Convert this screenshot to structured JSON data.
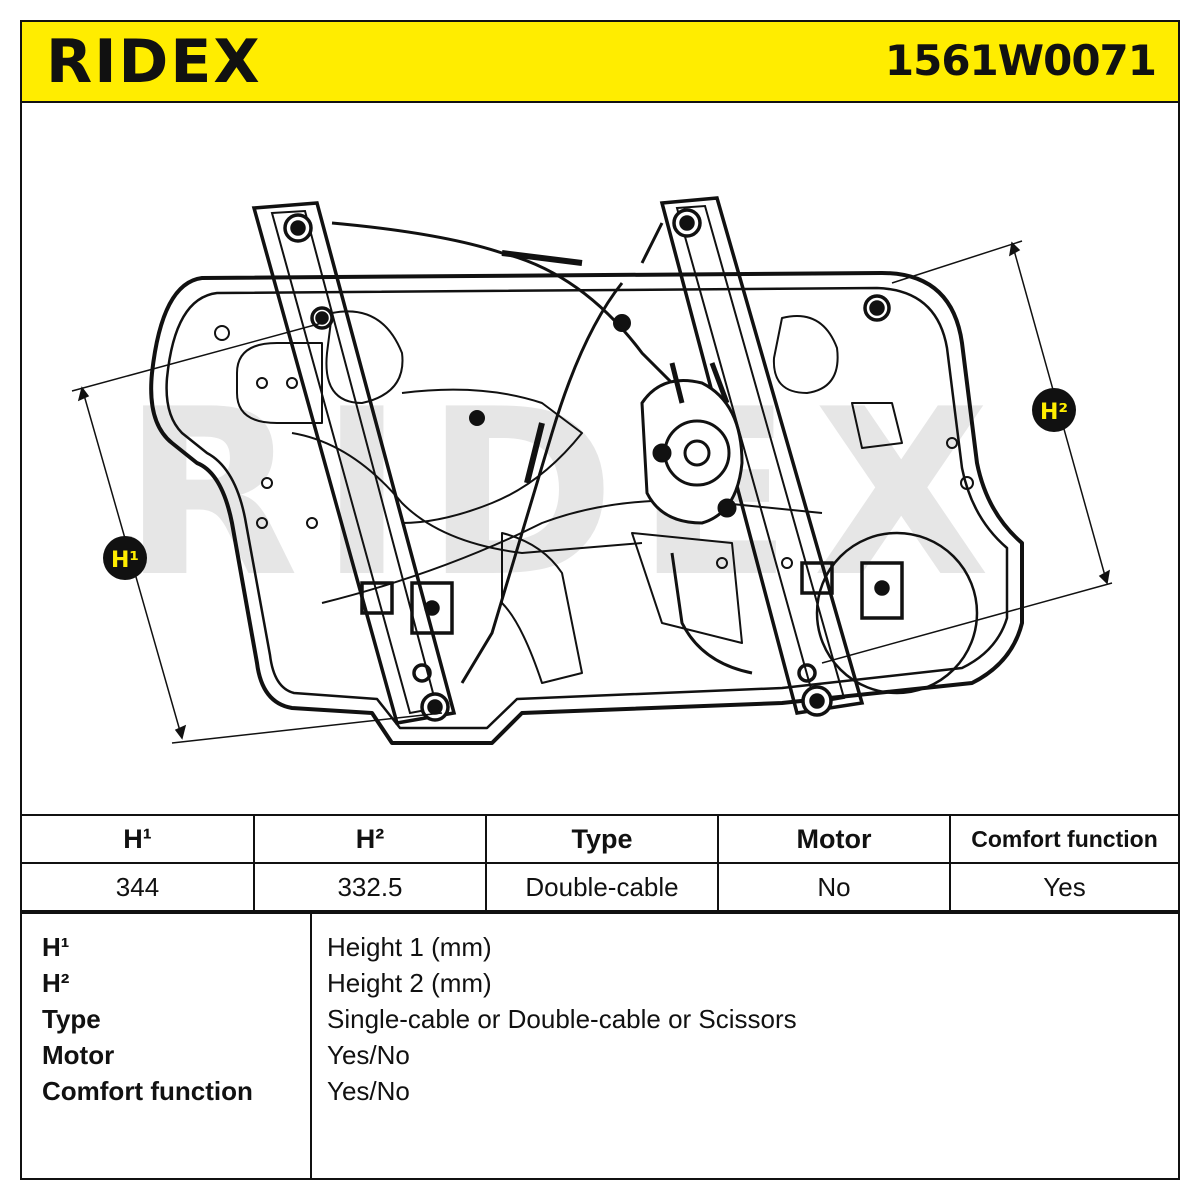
{
  "header": {
    "brand": "RIDEX",
    "part_number": "1561W0071"
  },
  "drawing": {
    "watermark": "RIDEX",
    "label_h1": "H¹",
    "label_h2": "H²",
    "colors": {
      "marker_bg": "#111111",
      "marker_text": "#ffed00",
      "watermark": "#e6e6e6"
    }
  },
  "spec_table": {
    "headers": [
      "H¹",
      "H²",
      "Type",
      "Motor",
      "Comfort function"
    ],
    "values": [
      "344",
      "332.5",
      "Double-cable",
      "No",
      "Yes"
    ]
  },
  "legend": [
    {
      "key": "H¹",
      "value": "Height 1 (mm)"
    },
    {
      "key": "H²",
      "value": "Height 2 (mm)"
    },
    {
      "key": "Type",
      "value": "Single-cable or Double-cable or Scissors"
    },
    {
      "key": "Motor",
      "value": "Yes/No"
    },
    {
      "key": "Comfort function",
      "value": "Yes/No"
    }
  ],
  "colors": {
    "brand_yellow": "#ffed00",
    "ink": "#111111"
  }
}
